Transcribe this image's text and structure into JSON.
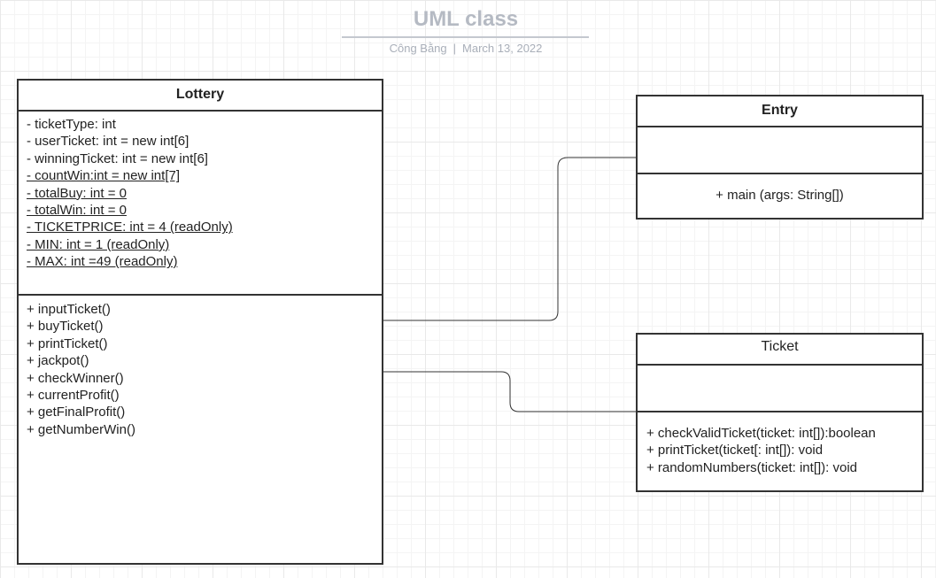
{
  "title": "UML class",
  "author": "Công Bằng",
  "date": "March 13, 2022",
  "classes": {
    "lottery": {
      "name": "Lottery",
      "attributes": [
        {
          "text": "- ticketType: int",
          "static": false
        },
        {
          "text": "- userTicket: int = new int[6]",
          "static": false
        },
        {
          "text": "- winningTicket: int = new int[6]",
          "static": false
        },
        {
          "text": "- countWin:int = new int[7]",
          "static": true
        },
        {
          "text": "- totalBuy: int  = 0",
          "static": true
        },
        {
          "text": "- totalWin: int = 0",
          "static": true
        },
        {
          "text": "- TICKETPRICE: int = 4 (readOnly)",
          "static": true
        },
        {
          "text": "- MIN: int = 1 (readOnly)",
          "static": true
        },
        {
          "text": "- MAX: int =49 (readOnly)",
          "static": true
        }
      ],
      "methods": [
        "+ inputTicket()",
        "+ buyTicket()",
        "+ printTicket()",
        "+ jackpot()",
        "+ checkWinner()",
        "+ currentProfit()",
        "+ getFinalProfit()",
        "+ getNumberWin()"
      ]
    },
    "entry": {
      "name": "Entry",
      "attributes": [],
      "methods": [
        "+ main (args: String[])"
      ]
    },
    "ticket": {
      "name": "Ticket",
      "attributes": [],
      "methods": [
        "+ checkValidTicket(ticket: int[]):boolean",
        "+ printTicket(ticket[: int[]): void",
        "+ randomNumbers(ticket: int[]): void"
      ]
    }
  }
}
